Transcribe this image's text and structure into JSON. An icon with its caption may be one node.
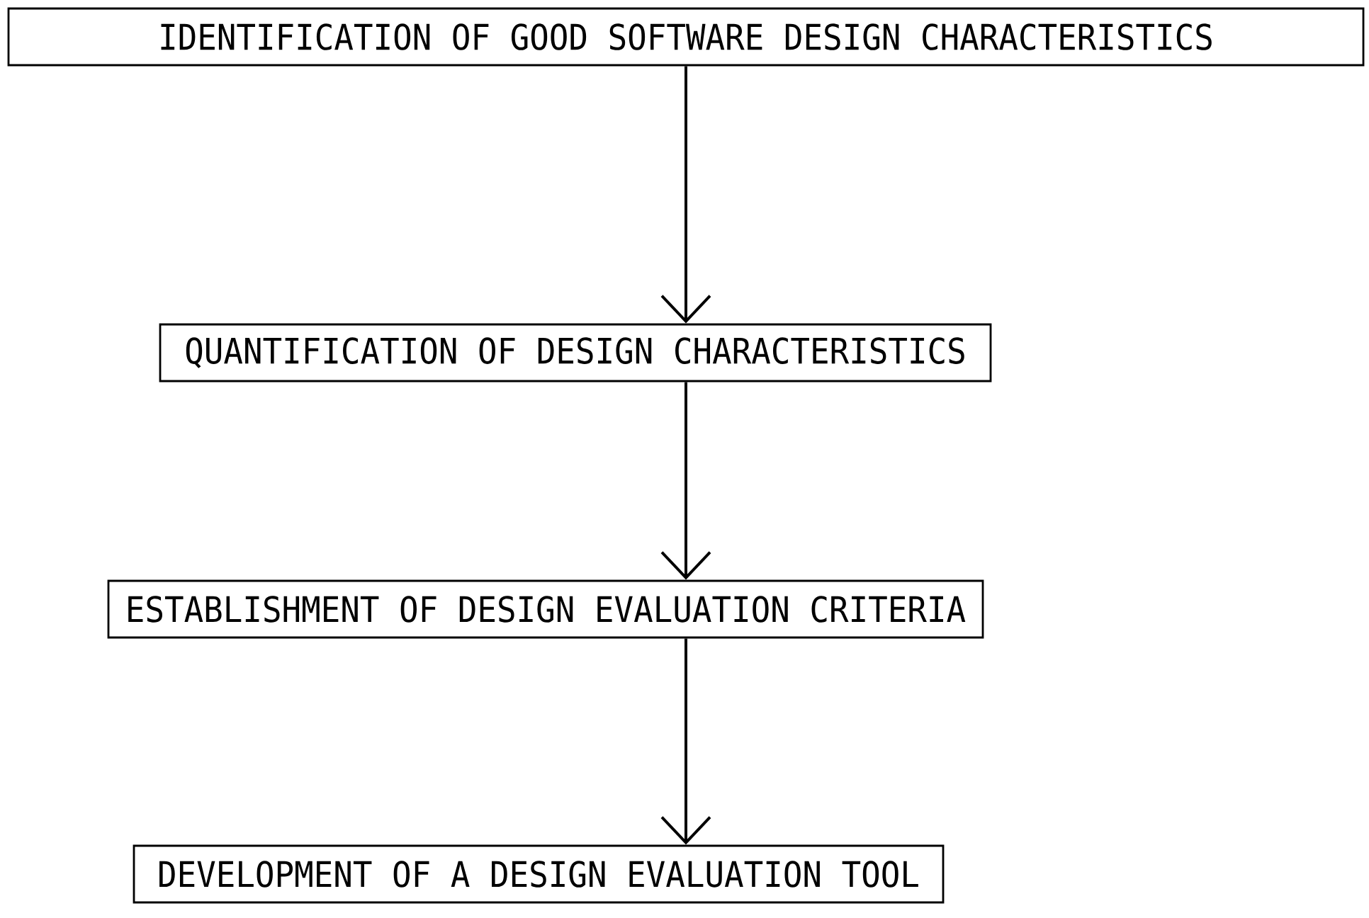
{
  "diagram": {
    "nodes": [
      {
        "text": [
          "IDENTIFICATION OF GOOD SOFTWARE DESIGN CHARACTERISTICS"
        ]
      },
      {
        "text": [
          "QUANTIFICATION OF DESIGN CHARACTERISTICS"
        ]
      },
      {
        "text": [
          "ESTABLISHMENT OF DESIGN EVALUATION CRITERIA"
        ]
      },
      {
        "text": [
          "DEVELOPMENT OF A DESIGN EVALUATION TOOL"
        ]
      }
    ],
    "edges": [
      {
        "from": 0,
        "to": 1,
        "arrow": "to"
      },
      {
        "from": 1,
        "to": 2,
        "arrow": "to"
      },
      {
        "from": 2,
        "to": 3,
        "arrow": "to"
      }
    ]
  }
}
